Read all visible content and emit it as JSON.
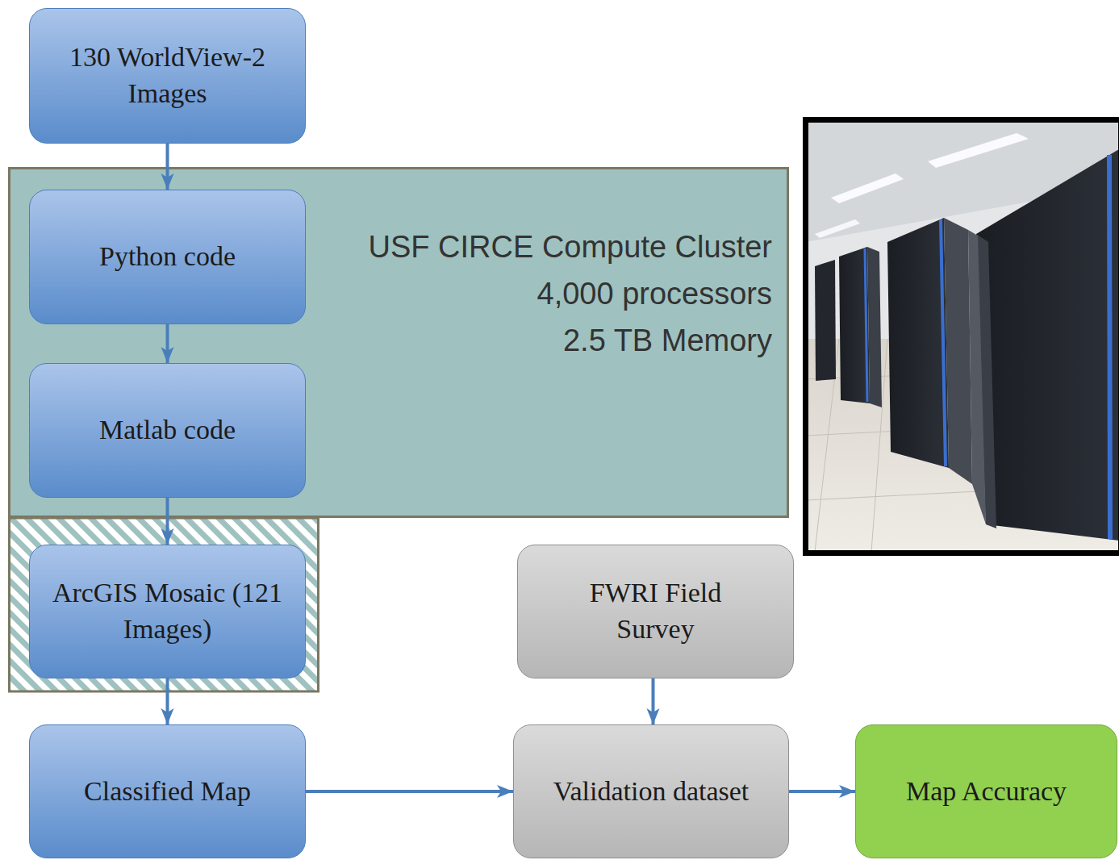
{
  "diagram": {
    "nodes": [
      {
        "text": [
          "130 WorldView-2 Images"
        ]
      },
      {
        "text": [
          "USF CIRCE Compute Cluster",
          "4,000 processors",
          "2.5 TB Memory"
        ]
      },
      {
        "text": [
          "Python code"
        ],
        "in": 1
      },
      {
        "text": [
          "Matlab code"
        ],
        "in": 1
      },
      {
        "text": [
          "ArcGIS Mosaic (121 Images)"
        ]
      },
      {
        "text": [
          "Classified Map"
        ]
      },
      {
        "text": [
          "FWRI Field Survey"
        ]
      },
      {
        "text": [
          "Validation dataset"
        ]
      },
      {
        "text": [
          "Map Accuracy"
        ]
      }
    ],
    "edges": [
      {
        "from": 0,
        "to": 2,
        "arrow": "to"
      },
      {
        "from": 2,
        "to": 3,
        "arrow": "to"
      },
      {
        "from": 3,
        "to": 4,
        "arrow": "to"
      },
      {
        "from": 4,
        "to": 5,
        "arrow": "to"
      },
      {
        "from": 6,
        "to": 7,
        "arrow": "to"
      },
      {
        "from": 5,
        "to": 7,
        "arrow": "to"
      },
      {
        "from": 7,
        "to": 8,
        "arrow": "to"
      }
    ]
  }
}
